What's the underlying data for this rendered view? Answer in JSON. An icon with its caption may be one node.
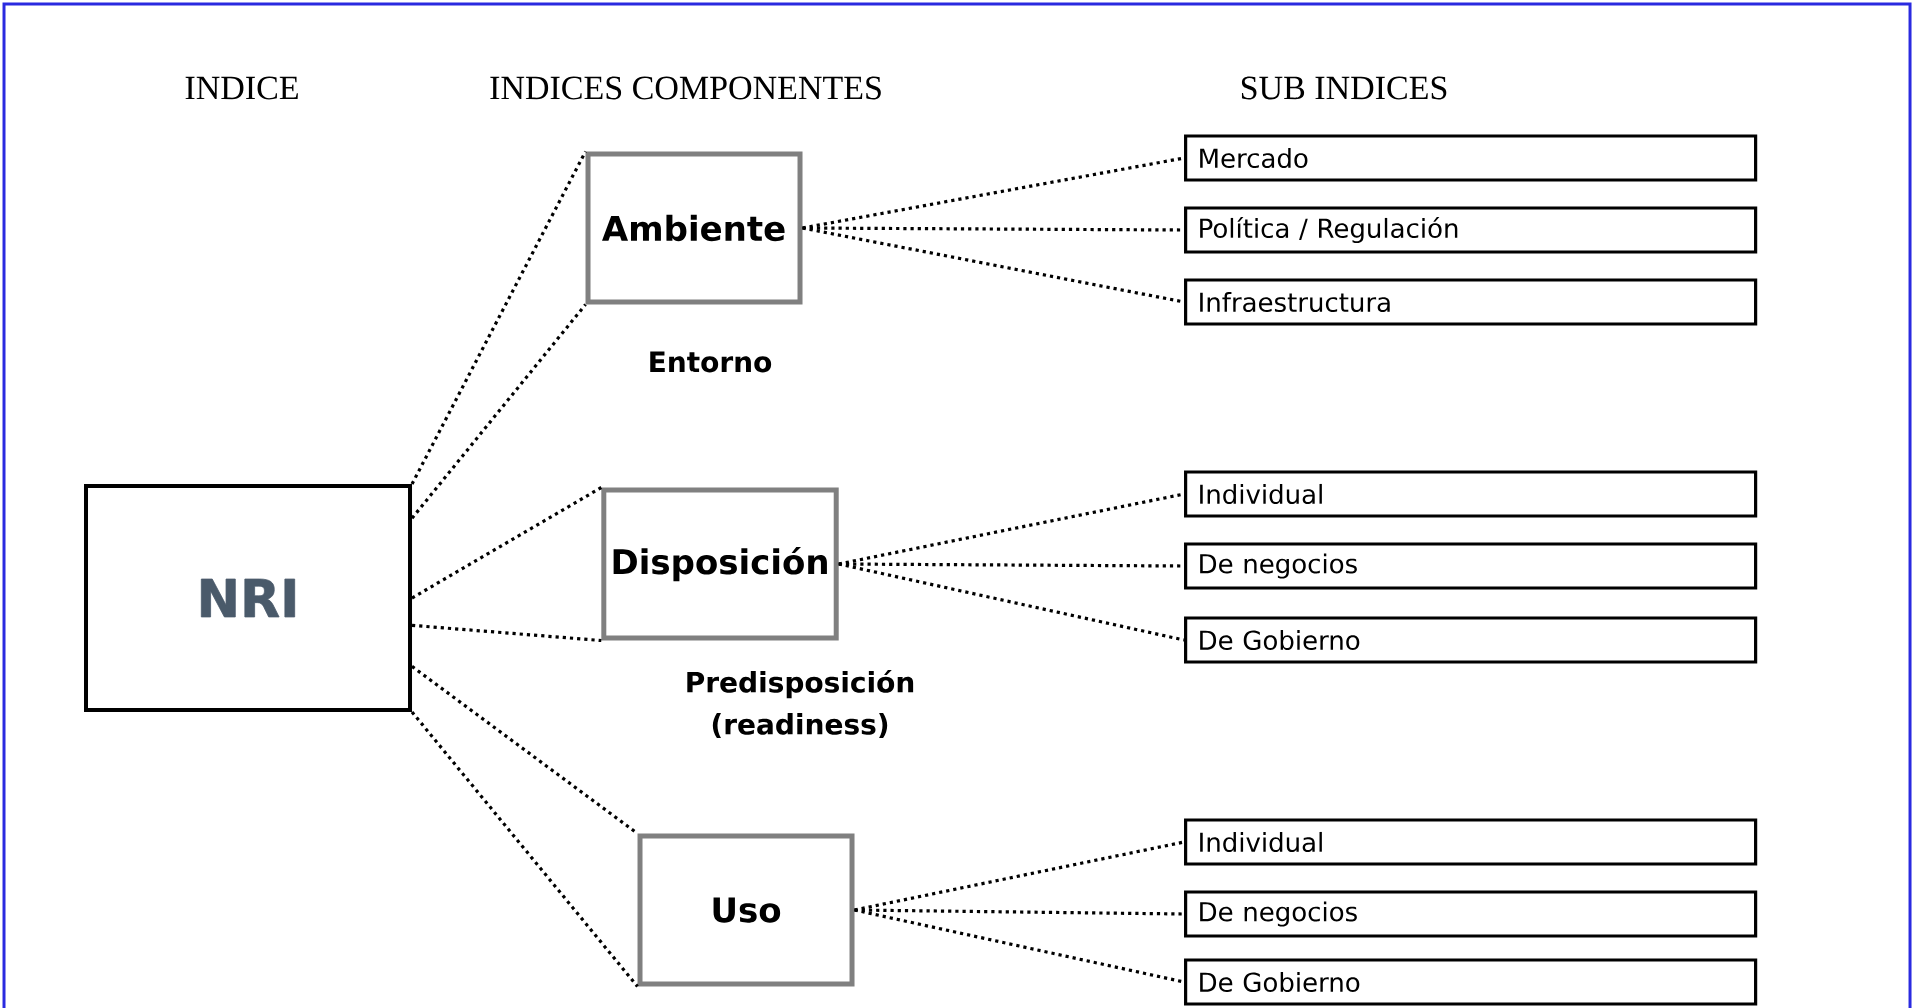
{
  "diagram": {
    "nodes": [
      {
        "text": [
          "NRI"
        ]
      },
      {
        "text": [
          "Ambiente"
        ],
        "beside": [
          "Entorno"
        ]
      },
      {
        "text": [
          "Mercado"
        ]
      },
      {
        "text": [
          "Política / Regulación"
        ]
      },
      {
        "text": [
          "Infraestructura"
        ]
      },
      {
        "text": [
          "Disposición"
        ],
        "beside": [
          "Predisposición (readiness)"
        ]
      },
      {
        "text": [
          "Individual"
        ]
      },
      {
        "text": [
          "De negocios"
        ]
      },
      {
        "text": [
          "De Gobierno"
        ]
      },
      {
        "text": [
          "Uso"
        ]
      },
      {
        "text": [
          "Individual"
        ]
      },
      {
        "text": [
          "De negocios"
        ]
      },
      {
        "text": [
          "De Gobierno"
        ]
      }
    ],
    "edges": [
      {
        "from": 0,
        "to": 1,
        "arrow": "none"
      },
      {
        "from": 0,
        "to": 1,
        "arrow": "none"
      },
      {
        "from": 0,
        "to": 5,
        "arrow": "none"
      },
      {
        "from": 0,
        "to": 5,
        "arrow": "none"
      },
      {
        "from": 0,
        "to": 9,
        "arrow": "none"
      },
      {
        "from": 0,
        "to": 9,
        "arrow": "none"
      },
      {
        "from": 1,
        "to": 2,
        "arrow": "none"
      },
      {
        "from": 1,
        "to": 3,
        "arrow": "none"
      },
      {
        "from": 1,
        "to": 4,
        "arrow": "none"
      },
      {
        "from": 5,
        "to": 6,
        "arrow": "none"
      },
      {
        "from": 5,
        "to": 7,
        "arrow": "none"
      },
      {
        "from": 5,
        "to": 8,
        "arrow": "none"
      },
      {
        "from": 9,
        "to": 10,
        "arrow": "none"
      },
      {
        "from": 9,
        "to": 11,
        "arrow": "none"
      },
      {
        "from": 9,
        "to": 12,
        "arrow": "none"
      }
    ],
    "labels": [
      "INDICE",
      "INDICES COMPONENTES",
      "SUB INDICES"
    ]
  }
}
